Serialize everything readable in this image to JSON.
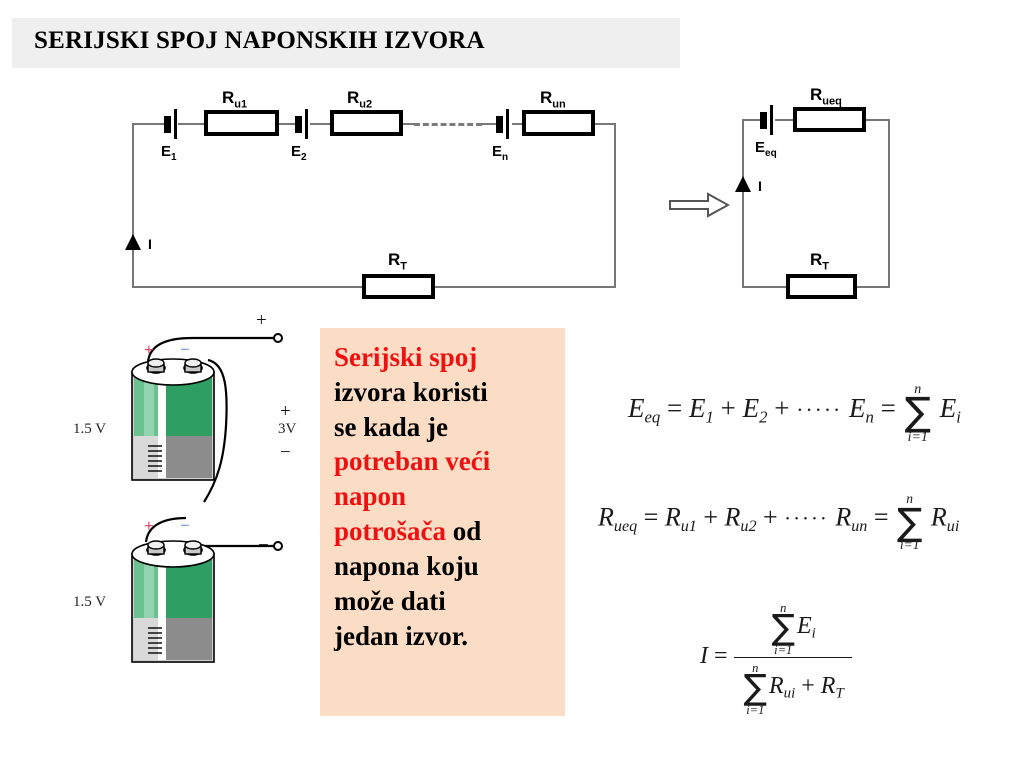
{
  "slide": {
    "title": "SERIJSKI SPOJ NAPONSKIH IZVORA",
    "title_bg": "#efefef"
  },
  "circuit_left": {
    "name": "series-sources-circuit",
    "sources": [
      {
        "label": "E",
        "sub": "1"
      },
      {
        "label": "E",
        "sub": "2"
      },
      {
        "label": "E",
        "sub": "n"
      }
    ],
    "resistors": [
      {
        "label": "R",
        "sub": "u1"
      },
      {
        "label": "R",
        "sub": "u2"
      },
      {
        "label": "R",
        "sub": "un"
      }
    ],
    "load": {
      "label": "R",
      "sub": "T"
    },
    "current_label": "I",
    "ellipsis": "dashed-line"
  },
  "circuit_right": {
    "name": "equivalent-circuit",
    "source": {
      "label": "E",
      "sub": "eq"
    },
    "resistor": {
      "label": "R",
      "sub": "ueq"
    },
    "load": {
      "label": "R",
      "sub": "T"
    },
    "current_label": "I"
  },
  "transition": {
    "icon": "right-arrow-icon"
  },
  "callout": {
    "bg": "#fbdcc4",
    "lines": [
      {
        "text": "Serijski spoj",
        "color": "red"
      },
      {
        "text": "izvora koristi",
        "color": "black"
      },
      {
        "text": "se kada je",
        "color": "black"
      },
      {
        "text": "potreban veći",
        "color": "red"
      },
      {
        "text": "napon",
        "color": "red"
      },
      {
        "text": "potrošača",
        "color": "red",
        "tail": " od"
      },
      {
        "text": "napona koju",
        "color": "black"
      },
      {
        "text": "može dati",
        "color": "black"
      },
      {
        "text": "jedan izvor.",
        "color": "black"
      }
    ],
    "red_hex": "#ee1111"
  },
  "batteries": {
    "cells": [
      {
        "voltage": "1.5 V",
        "plus": "+",
        "minus": "−"
      },
      {
        "voltage": "1.5 V",
        "plus": "+",
        "minus": "−"
      }
    ],
    "output": {
      "plus": "+",
      "total": "3V",
      "minus": "−"
    },
    "top_terminal": "+",
    "bottom_terminal": "−",
    "body_green": "#3faa6b",
    "body_gray": "#8c8c8c"
  },
  "equations": {
    "eq1": {
      "lhs": "E",
      "lhs_sub": "eq",
      "terms": [
        "E1",
        "E2",
        "En"
      ],
      "sum_top": "n",
      "sum_bottom": "i=1",
      "sum_term": "E",
      "sum_term_sub": "i",
      "text": "E_eq = E_1 + E_2 + ⋯ E_n = ∑(i=1..n) E_i"
    },
    "eq2": {
      "lhs": "R",
      "lhs_sub": "ueq",
      "terms": [
        "Ru1",
        "Ru2",
        "Run"
      ],
      "sum_top": "n",
      "sum_bottom": "i=1",
      "sum_term": "R",
      "sum_term_sub": "ui",
      "text": "R_ueq = R_u1 + R_u2 + ⋯ R_un = ∑(i=1..n) R_ui"
    },
    "eq3": {
      "lhs": "I",
      "numerator": "∑(i=1..n) E_i",
      "denominator": "∑(i=1..n) R_ui + R_T",
      "sum_top": "n",
      "sum_bottom": "i=1",
      "text": "I = ∑E_i / (∑R_ui + R_T)"
    },
    "symbols": {
      "equals": "=",
      "plus": "+",
      "dots": "·····",
      "sigma": "∑"
    }
  }
}
